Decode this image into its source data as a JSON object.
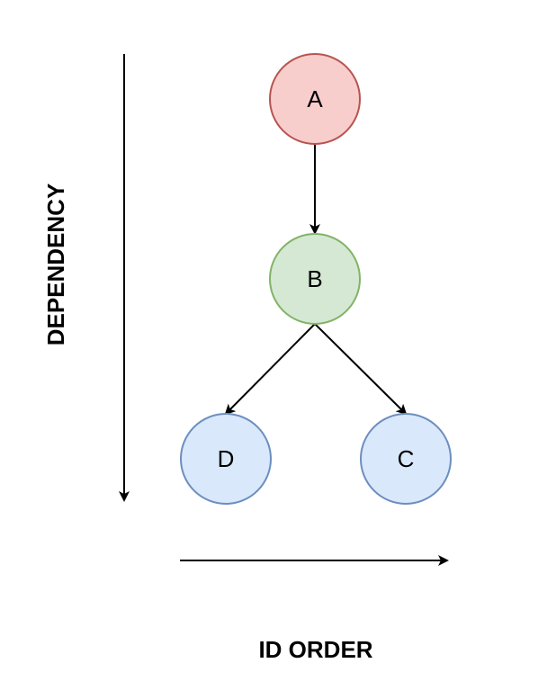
{
  "diagram": {
    "nodes": [
      {
        "id": "A",
        "label": "A",
        "fill": "#f8cecc",
        "stroke": "#b85450"
      },
      {
        "id": "B",
        "label": "B",
        "fill": "#d5e8d4",
        "stroke": "#82b366"
      },
      {
        "id": "D",
        "label": "D",
        "fill": "#dae8fc",
        "stroke": "#6c8ebf"
      },
      {
        "id": "C",
        "label": "C",
        "fill": "#dae8fc",
        "stroke": "#6c8ebf"
      }
    ],
    "edges": [
      {
        "from": "A",
        "to": "B"
      },
      {
        "from": "B",
        "to": "D"
      },
      {
        "from": "B",
        "to": "C"
      }
    ],
    "axes": {
      "vertical_label": "DEPENDENCY",
      "horizontal_label": "ID ORDER"
    }
  }
}
